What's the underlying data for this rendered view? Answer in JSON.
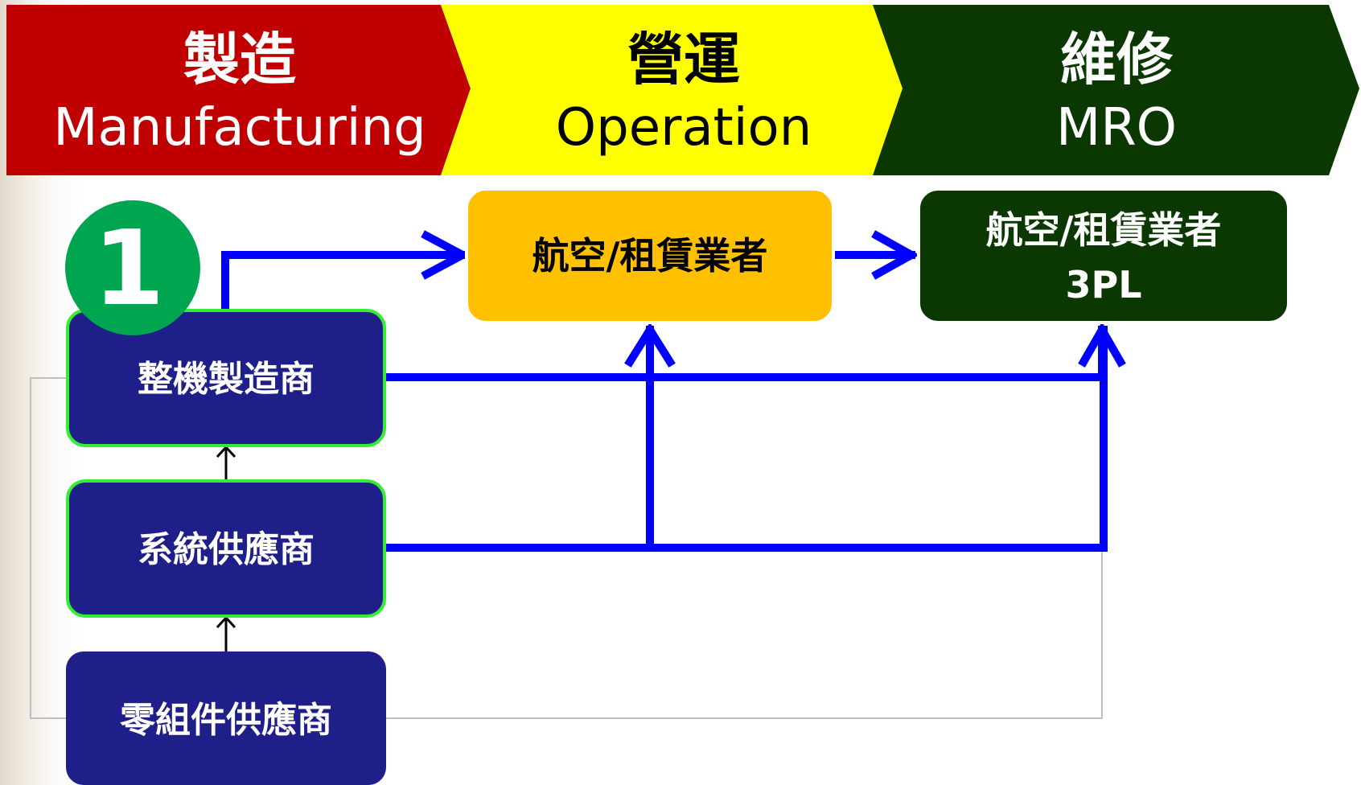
{
  "stages": [
    {
      "name": "製造",
      "english": "Manufacturing",
      "color": "#c00000",
      "text_color": "#ffffff"
    },
    {
      "name": "營運",
      "english": "Operation",
      "color": "#ffff00",
      "text_color": "#000000"
    },
    {
      "name": "維修",
      "english": "MRO",
      "color": "#0a3800",
      "text_color": "#ffffff"
    }
  ],
  "badge": {
    "number": "1",
    "color": "#00a550"
  },
  "suppliers": {
    "airframe_manufacturer": "整機製造商",
    "system_supplier": "系統供應商",
    "parts_supplier": "零組件供應商",
    "box_color": "#1f1f8a",
    "border_color": "#33ee33"
  },
  "targets": {
    "operation": {
      "line1": "航空/租賃業者",
      "color": "#ffc000"
    },
    "mro": {
      "line1": "航空/租賃業者",
      "line2": "3PL",
      "color": "#0a3800"
    }
  },
  "colors": {
    "flow_arrow": "#0000ff",
    "minor_line": "#bfbfbf",
    "small_arrow": "#000000"
  }
}
